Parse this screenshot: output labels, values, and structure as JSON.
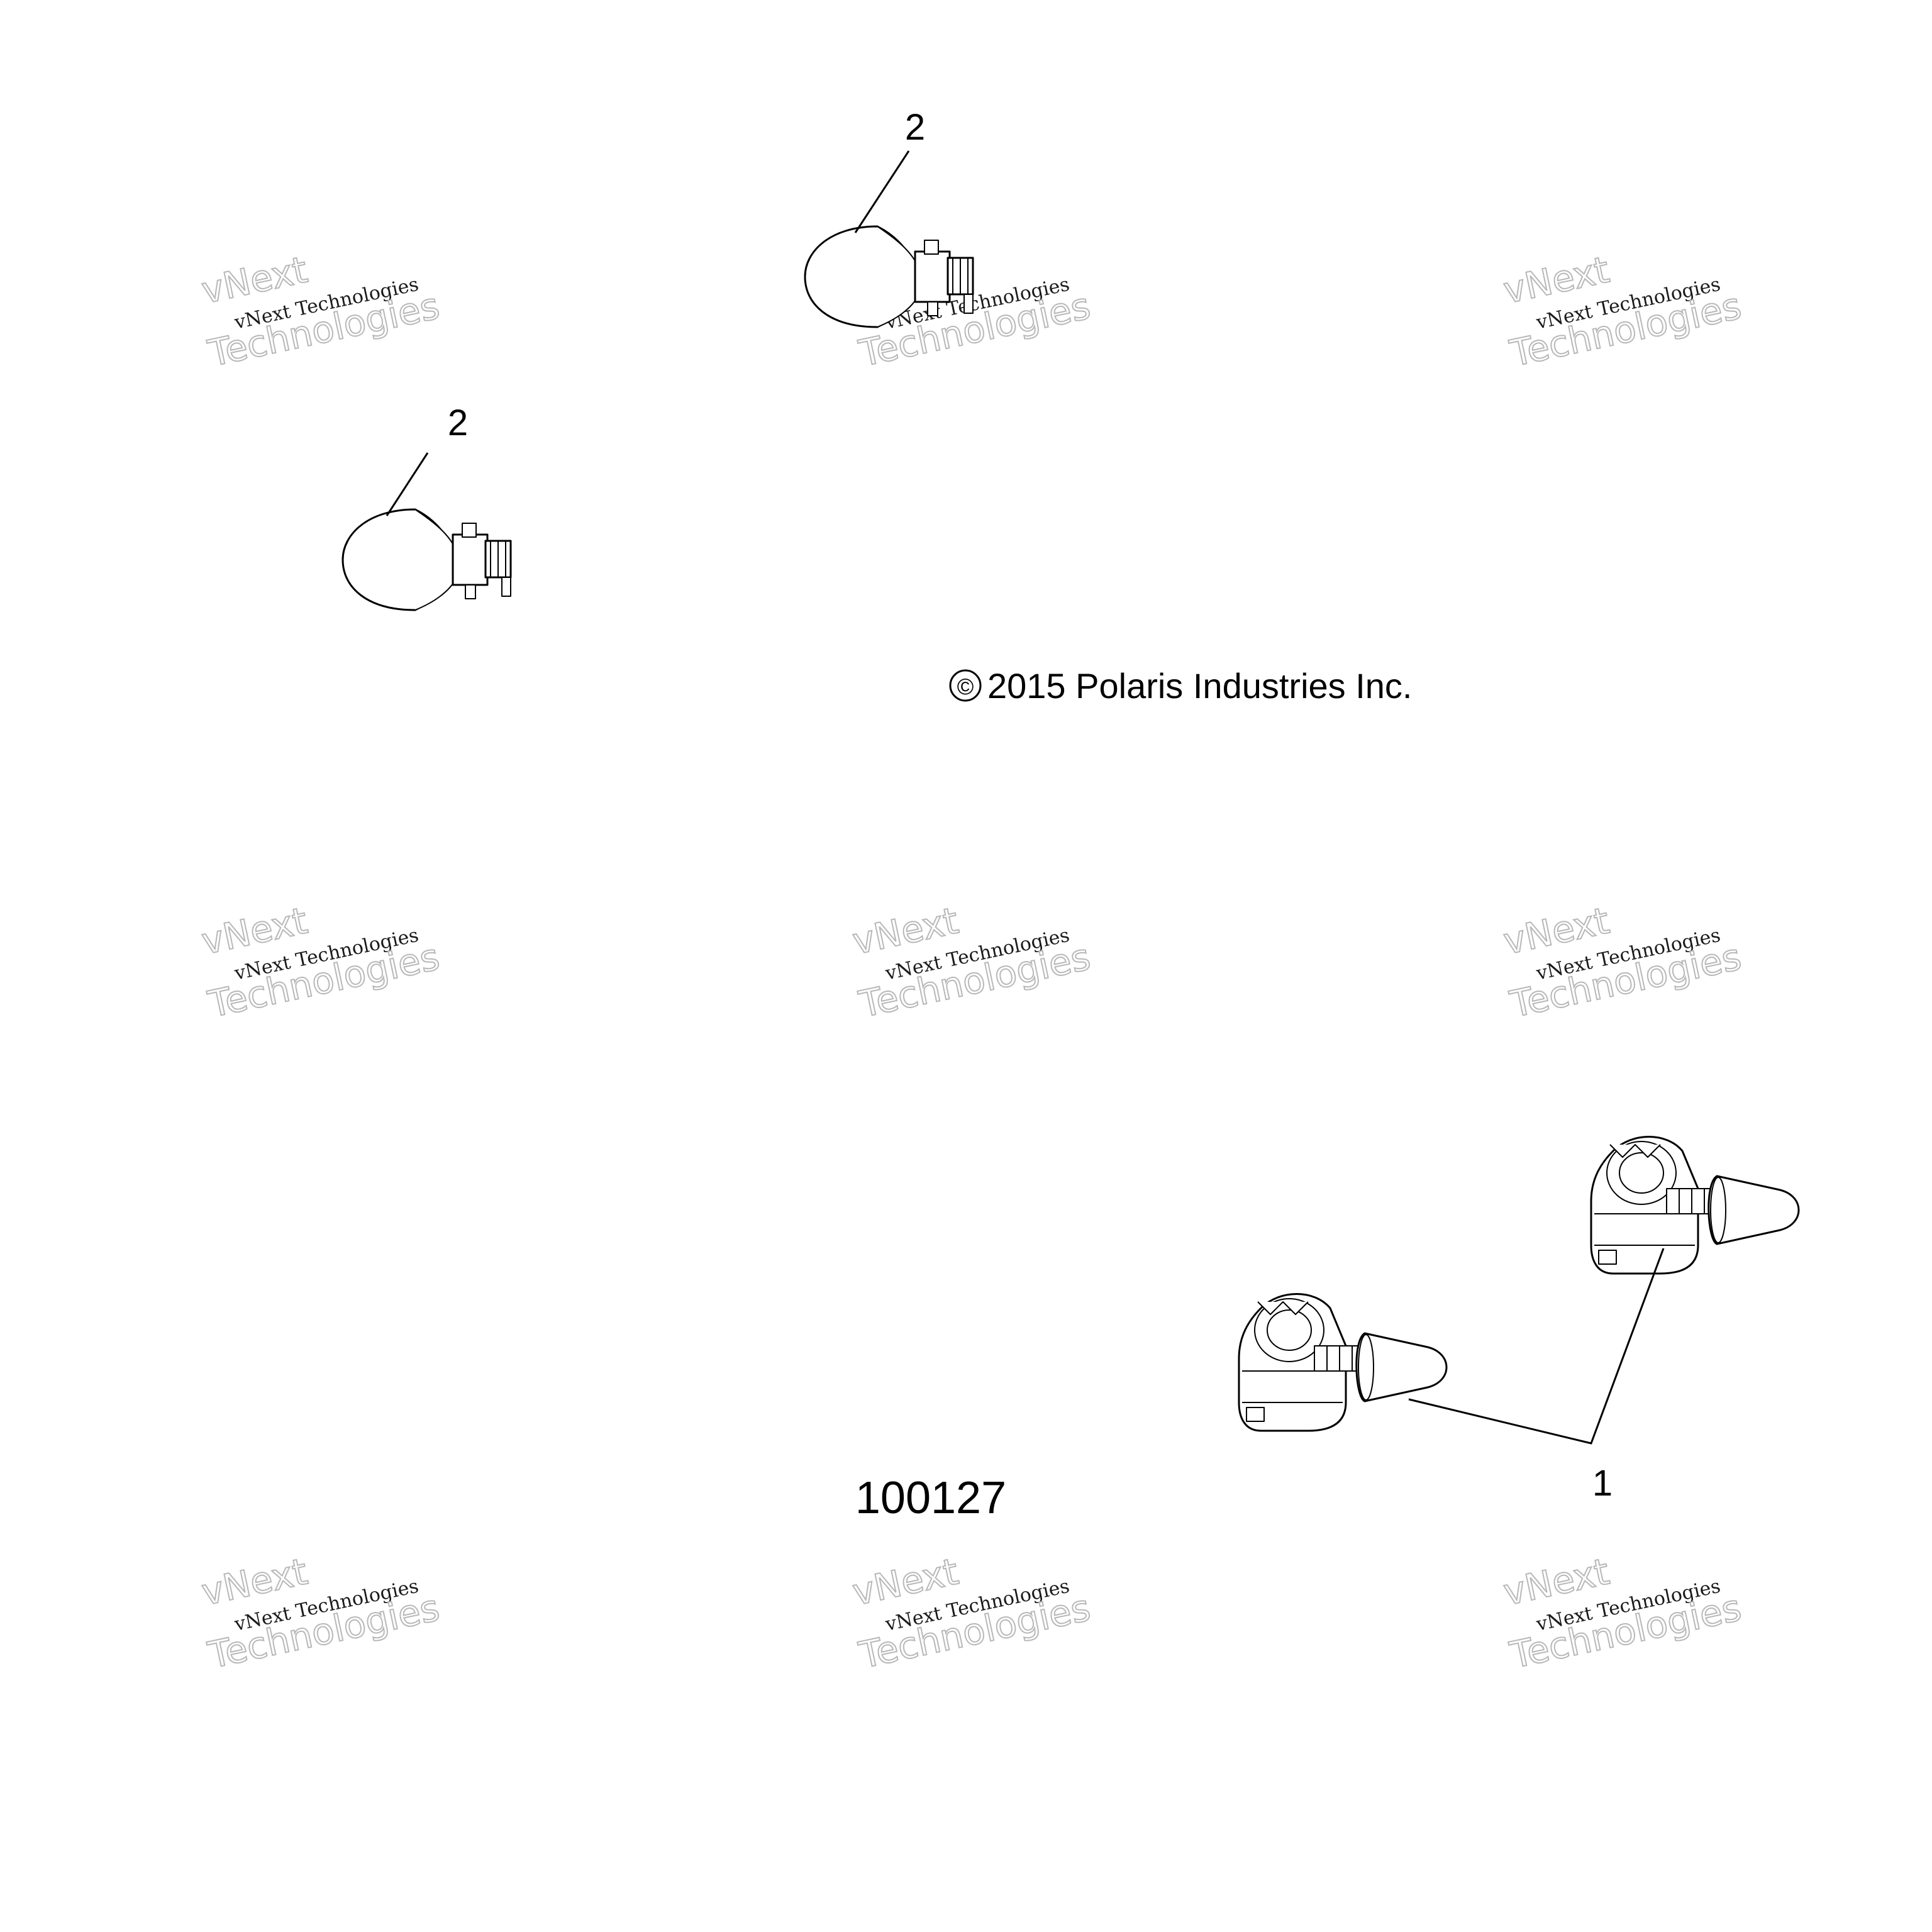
{
  "callouts": {
    "bulb_top": "2",
    "bulb_left": "2",
    "halogen": "1"
  },
  "copyright": "2015 Polaris Industries Inc.",
  "copyright_symbol": "©",
  "reference_number": "100127",
  "watermark": {
    "line1": "vNext Technologies",
    "line2a": "vNext",
    "line2b": "Technologies"
  },
  "icons": {
    "wedge_bulb": "wedge-base-bulb-icon",
    "halogen_bulb": "halogen-bulb-icon",
    "copyright": "copyright-icon"
  }
}
